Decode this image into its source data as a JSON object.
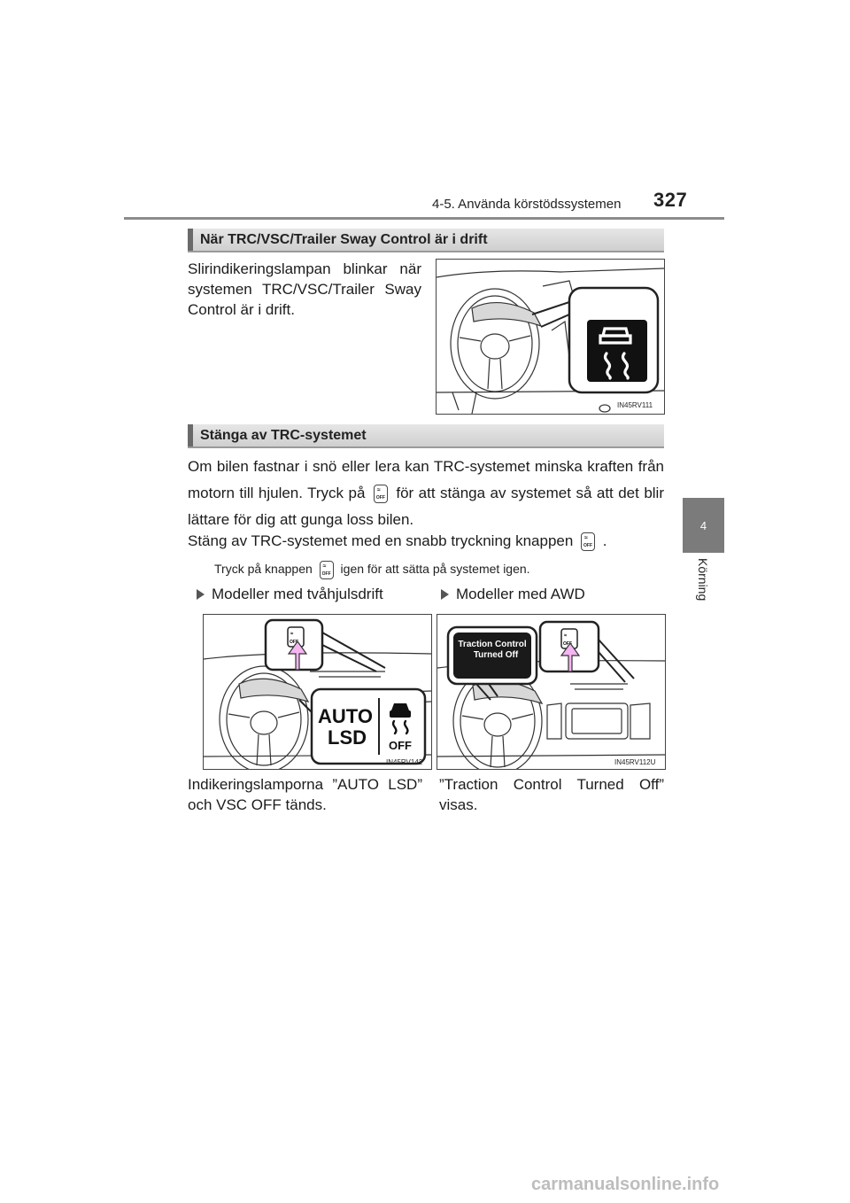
{
  "header": {
    "section": "4-5. Använda körstödssystemen",
    "page_number": "327"
  },
  "chapter": {
    "number": "4",
    "name": "Körning"
  },
  "section1": {
    "heading": "När TRC/VSC/Trailer Sway Control är i drift",
    "text": "Slirindikeringslampan blinkar när systemen TRC/VSC/Trailer Sway Control är i drift.",
    "figure_code": "IN45RV111"
  },
  "section2": {
    "heading": "Stänga av TRC-systemet",
    "para1_a": "Om bilen fastnar i snö eller lera kan TRC-systemet minska kraften från motorn till hjulen. Tryck på",
    "para1_b": "för att stänga av systemet så att det blir lättare för dig att gunga loss bilen.",
    "para2_a": "Stäng av TRC-systemet med en snabb tryckning knappen",
    "para2_b": ".",
    "note_a": "Tryck på knappen",
    "note_b": "igen för att sätta på systemet igen."
  },
  "models": {
    "left": {
      "label": "Modeller med tvåhjulsdrift",
      "figure_code": "IN45RV142",
      "indicator_top": "AUTO",
      "indicator_bottom": "LSD",
      "off_label": "OFF",
      "caption": "Indikeringslamporna ”AUTO LSD” och VSC OFF tänds."
    },
    "right": {
      "label": "Modeller med AWD",
      "figure_code": "IN45RV112U",
      "display_line1": "Traction Control",
      "display_line2": "Turned Off",
      "caption": "”Traction Control Turned Off” visas."
    }
  },
  "button_icon": {
    "off_text": "OFF"
  },
  "watermark": "carmanualsonline.info",
  "colors": {
    "arrow_fill": "#f3b6f0",
    "heading_bar": "#6a6a6a",
    "chapter_tab": "#7b7b7b"
  }
}
